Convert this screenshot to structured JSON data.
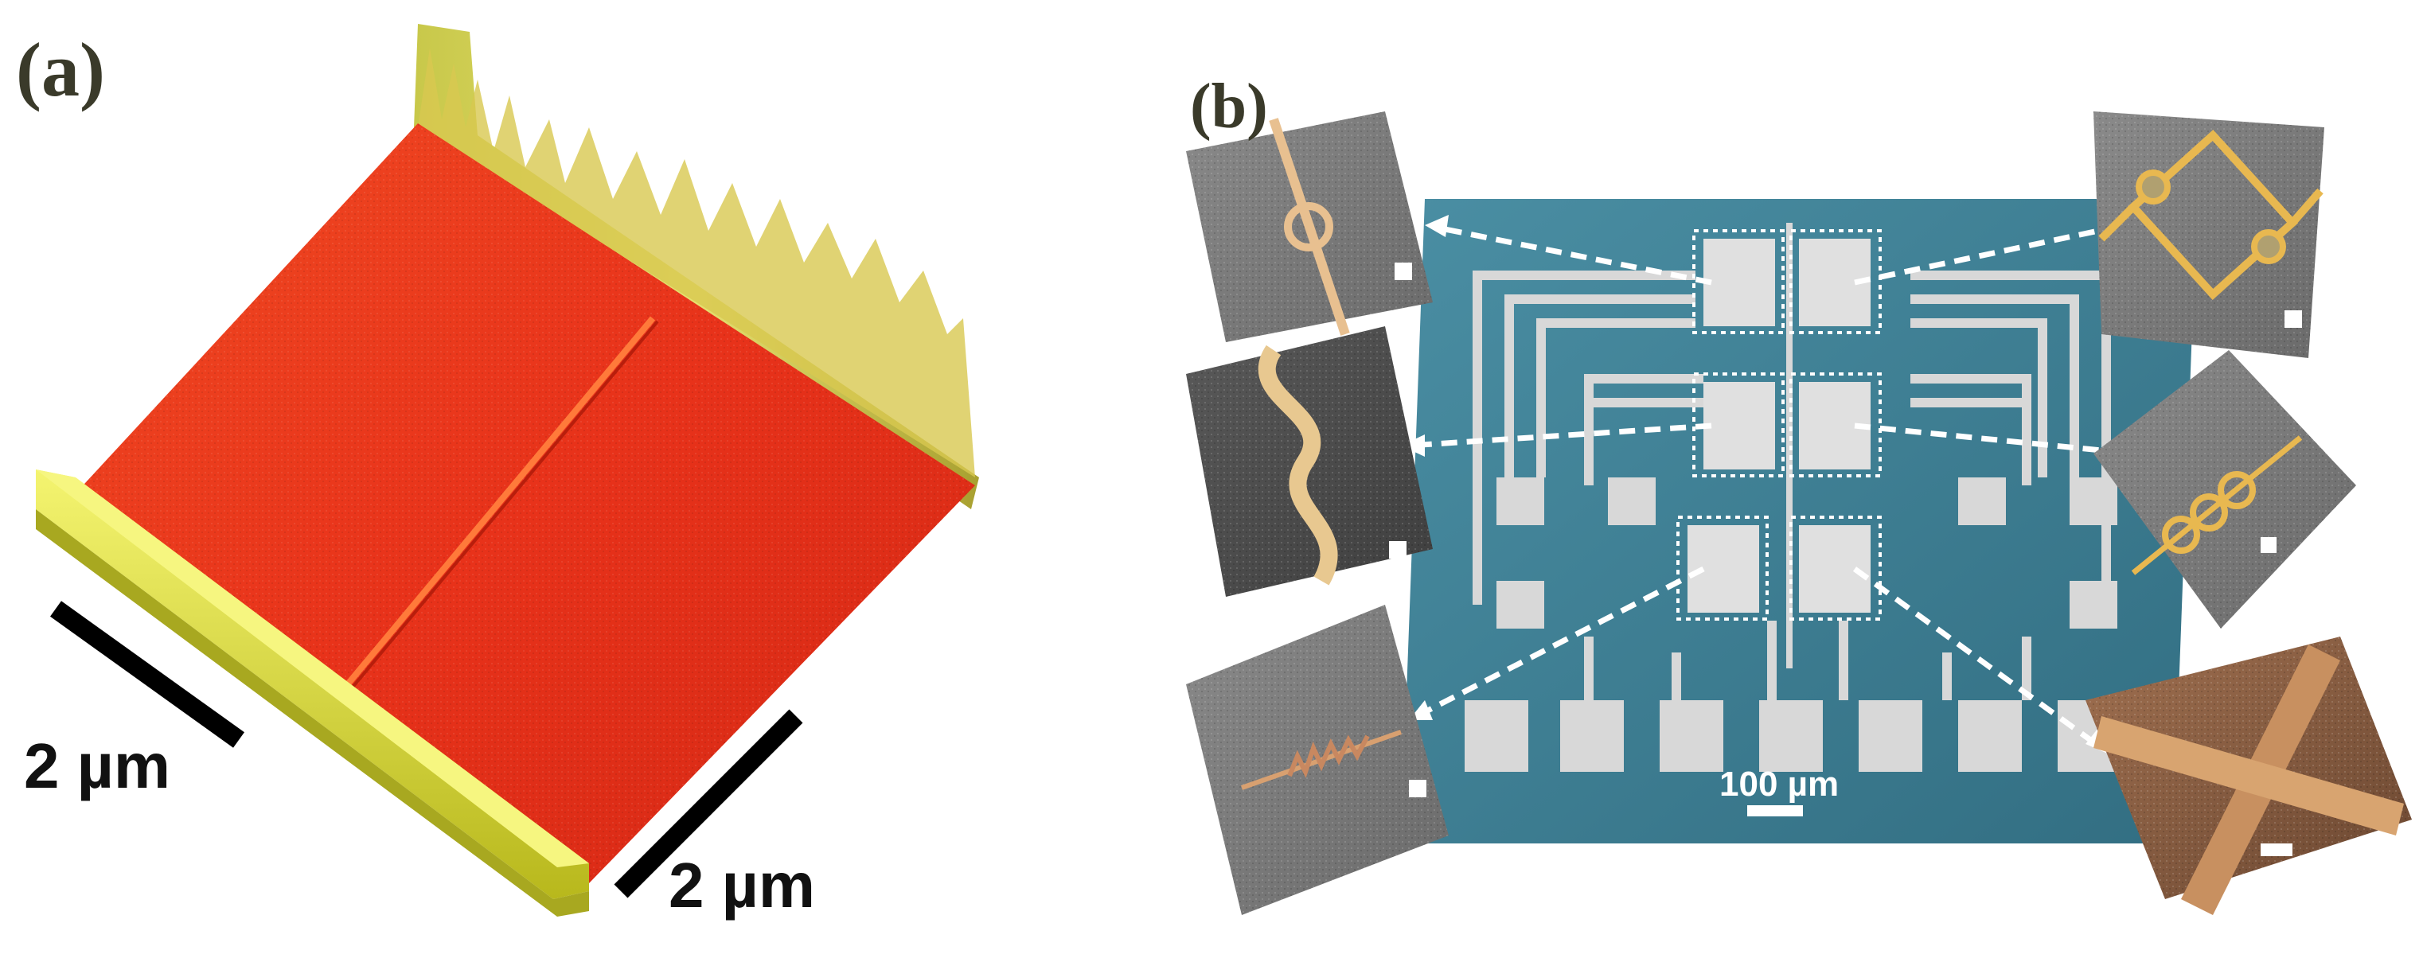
{
  "panel_a": {
    "label": "(a)",
    "scale_label_left": "2 µm",
    "scale_label_right": "2 µm",
    "surface_color": "#e8321a",
    "ridge_color": "#e2e23a"
  },
  "panel_b": {
    "label": "(b)",
    "scale_label": "100 µm",
    "chip_color": "#3d7f95",
    "electrode_color": "#dcdcdc"
  }
}
